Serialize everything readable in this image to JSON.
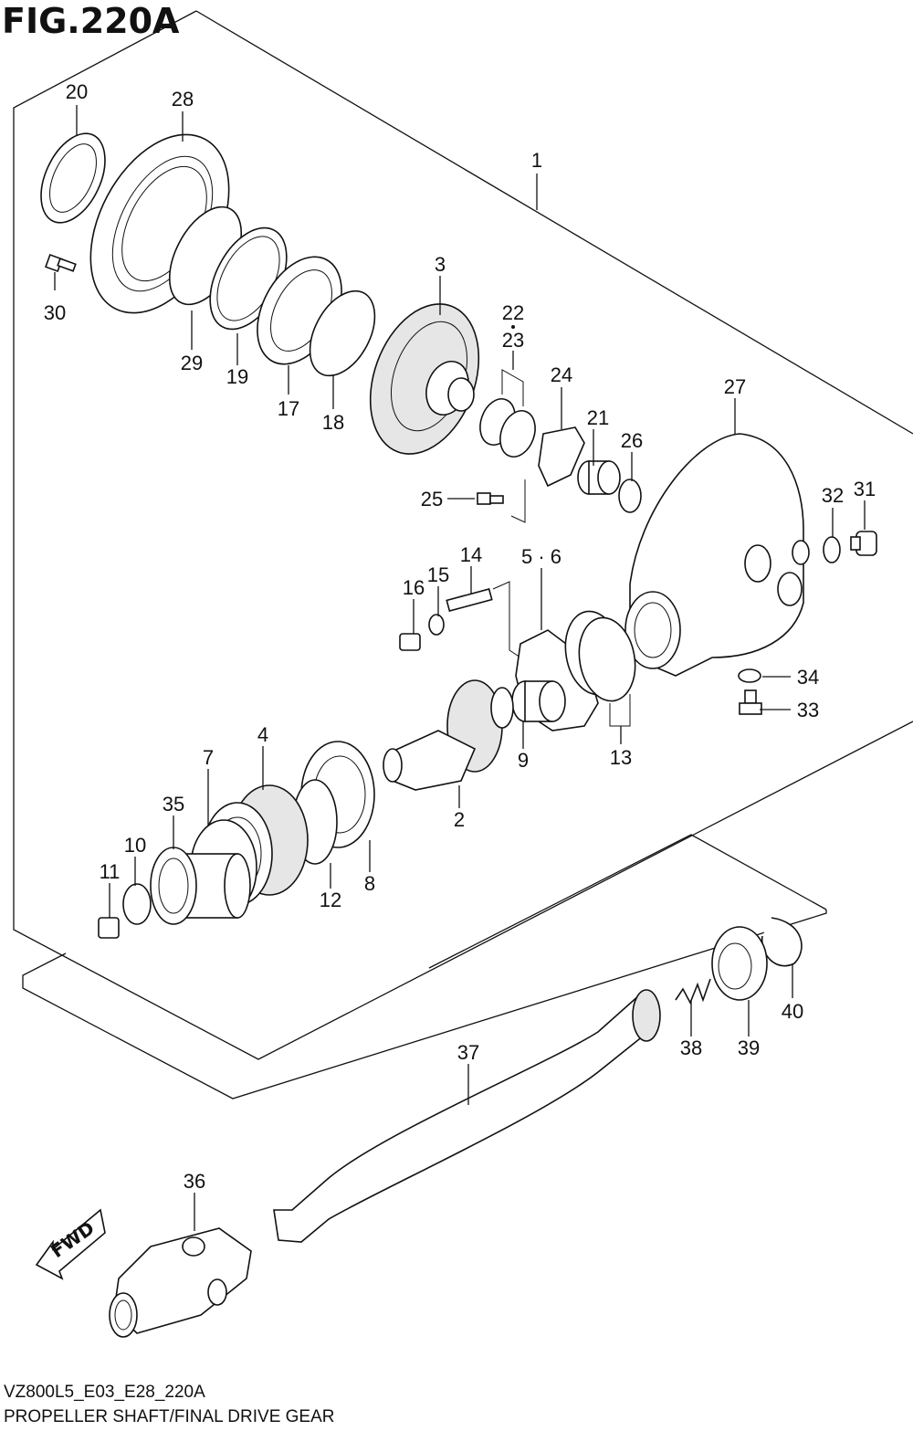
{
  "figure": {
    "title": "FIG.220A",
    "model_code": "VZ800L5_E03_E28_220A",
    "caption": "PROPELLER SHAFT/FINAL DRIVE GEAR"
  },
  "fwd_label": "FWD",
  "callouts": {
    "c1": "1",
    "c2": "2",
    "c3": "3",
    "c4": "4",
    "c56": "5 · 6",
    "c7": "7",
    "c8": "8",
    "c9": "9",
    "c10": "10",
    "c11": "11",
    "c12": "12",
    "c13": "13",
    "c14": "14",
    "c15": "15",
    "c16": "16",
    "c17": "17",
    "c18": "18",
    "c19": "19",
    "c20": "20",
    "c21": "21",
    "c22": "22",
    "c23": "23",
    "c24": "24",
    "c25": "25",
    "c26": "26",
    "c27": "27",
    "c28": "28",
    "c29": "29",
    "c30": "30",
    "c31": "31",
    "c32": "32",
    "c33": "33",
    "c34": "34",
    "c35": "35",
    "c36": "36",
    "c37": "37",
    "c38": "38",
    "c39": "39",
    "c40": "40"
  },
  "colors": {
    "ink": "#111111",
    "paper": "#ffffff",
    "shade": "#e6e6e6"
  }
}
